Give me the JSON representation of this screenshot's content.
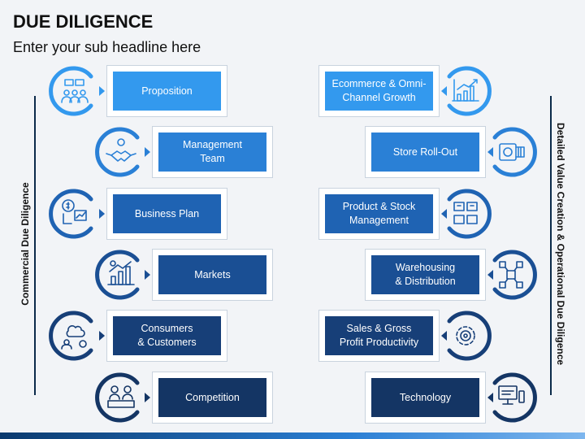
{
  "header": {
    "title": "DUE DILIGENCE",
    "subtitle": "Enter your sub headline here"
  },
  "side_labels": {
    "left": "Commercial Due Diligence",
    "right": "Detailed Value Creation & Operational Due Diligence"
  },
  "colors": {
    "row1": "#3399ee",
    "row2": "#2a80d6",
    "row3": "#1f63b3",
    "row4": "#1a4f94",
    "row5": "#173f78",
    "row6": "#143564",
    "line": "#0b2a4a"
  },
  "left_items": [
    {
      "label": "Proposition",
      "icon": "chat-team-icon"
    },
    {
      "label": "Management\nTeam",
      "icon": "handshake-icon"
    },
    {
      "label": "Business Plan",
      "icon": "dollar-chart-icon"
    },
    {
      "label": "Markets",
      "icon": "market-growth-icon"
    },
    {
      "label": "Consumers\n& Customers",
      "icon": "cloud-customer-icon"
    },
    {
      "label": "Competition",
      "icon": "competitors-icon"
    }
  ],
  "right_items": [
    {
      "label": "Ecommerce & Omni-\nChannel Growth",
      "icon": "growth-chart-icon"
    },
    {
      "label": "Store Roll-Out",
      "icon": "film-roll-icon"
    },
    {
      "label": "Product & Stock\nManagement",
      "icon": "stock-boxes-icon"
    },
    {
      "label": "Warehousing\n& Distribution",
      "icon": "distribution-network-icon"
    },
    {
      "label": "Sales & Gross\nProfit Productivity",
      "icon": "gear-productivity-icon"
    },
    {
      "label": "Technology",
      "icon": "tech-device-icon"
    }
  ]
}
